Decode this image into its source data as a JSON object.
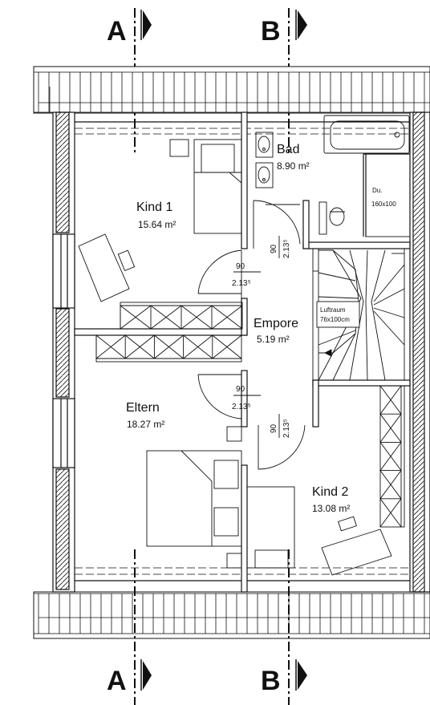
{
  "section_markers": {
    "a_top": "A",
    "b_top": "B",
    "a_bottom": "A",
    "b_bottom": "B"
  },
  "rooms": {
    "kind1": {
      "name": "Kind 1",
      "area": "15.64 m²"
    },
    "bad": {
      "name": "Bad",
      "area": "8.90 m²"
    },
    "empore": {
      "name": "Empore",
      "area": "5.19 m²"
    },
    "eltern": {
      "name": "Eltern",
      "area": "18.27 m²"
    },
    "kind2": {
      "name": "Kind 2",
      "area": "13.08 m²"
    }
  },
  "shower": {
    "label": "Du.",
    "size": "160x100"
  },
  "void": {
    "label": "Luftraum",
    "size": "76x100cm"
  },
  "doors": {
    "kind1": {
      "width": "90",
      "height": "2.13⁵"
    },
    "bad": {
      "width": "90",
      "height": "2.13⁵"
    },
    "eltern": {
      "width": "90",
      "height": "2.13⁵"
    },
    "kind2": {
      "width": "90",
      "height": "2.13⁵"
    }
  },
  "colors": {
    "line": "#111111",
    "wall_fill": "#ffffff",
    "roof_fill": "#ffffff"
  }
}
